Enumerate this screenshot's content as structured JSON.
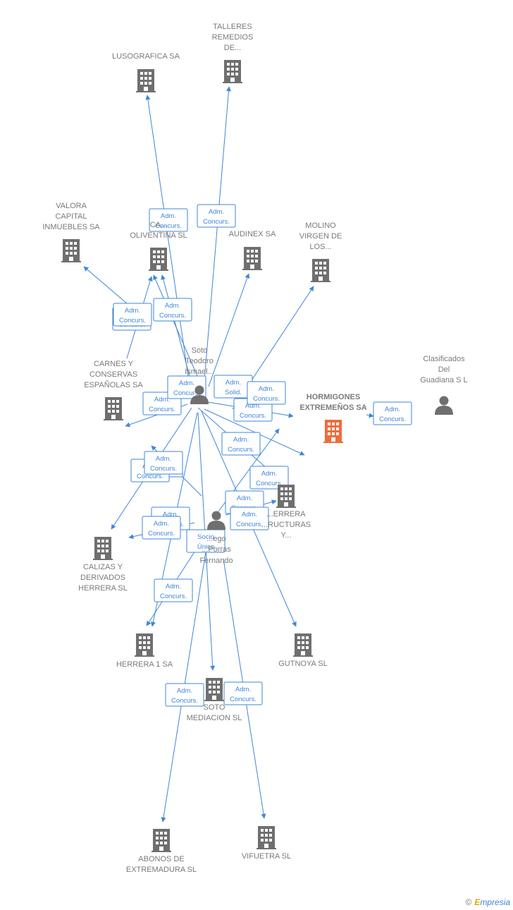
{
  "colors": {
    "edge": "#3f86d9",
    "building": "#6f6f6f",
    "focus": "#f26b3a",
    "person": "#6f6f6f",
    "text": "#7a7a7a"
  },
  "nodes": [
    {
      "id": "lusografica",
      "label": [
        "LUSOGRAFICA SA"
      ],
      "kind": "company"
    },
    {
      "id": "talleres",
      "label": [
        "TALLERES",
        "REMEDIOS",
        "DE..."
      ],
      "kind": "company"
    },
    {
      "id": "valora",
      "label": [
        "VALORA",
        "CAPITAL",
        "INMUEBLES SA"
      ],
      "kind": "company"
    },
    {
      "id": "oliventina",
      "label": [
        "CA...",
        "OLIVENTINA SL"
      ],
      "kind": "company"
    },
    {
      "id": "audinex",
      "label": [
        "AUDINEX SA"
      ],
      "kind": "company"
    },
    {
      "id": "molino",
      "label": [
        "MOLINO",
        "VIRGEN DE",
        "LOS..."
      ],
      "kind": "company"
    },
    {
      "id": "carnes",
      "label": [
        "CARNES Y",
        "CONSERVAS",
        "ESPAÑOLAS SA"
      ],
      "kind": "company"
    },
    {
      "id": "soto_teodoro",
      "label": [
        "Soto",
        "Teodoro",
        "Ismael..."
      ],
      "kind": "person"
    },
    {
      "id": "hormigones",
      "label": [
        "HORMIGONES",
        "EXTREMEÑOS SA"
      ],
      "kind": "focus"
    },
    {
      "id": "clasificados",
      "label": [
        "Clasificados",
        "Del",
        "Guadiana S L"
      ],
      "kind": "person"
    },
    {
      "id": "herrera_estructuras",
      "label": [
        "...ERRERA",
        "...RUCTURAS",
        "Y..."
      ],
      "kind": "company"
    },
    {
      "id": "diego",
      "label": [
        "...ego",
        "...Porras",
        "Fernando"
      ],
      "kind": "person"
    },
    {
      "id": "calizas",
      "label": [
        "CALIZAS Y",
        "DERIVADOS",
        "HERRERA SL"
      ],
      "kind": "company"
    },
    {
      "id": "herrera1",
      "label": [
        "HERRERA 1 SA"
      ],
      "kind": "company"
    },
    {
      "id": "gutnoya",
      "label": [
        "GUTNOYA SL"
      ],
      "kind": "company"
    },
    {
      "id": "soto_mediacion",
      "label": [
        "SOTO",
        "MEDIACION  SL"
      ],
      "kind": "company"
    },
    {
      "id": "abonos",
      "label": [
        "ABONOS DE",
        "EXTREMADURA SL"
      ],
      "kind": "company"
    },
    {
      "id": "vifuetra",
      "label": [
        "VIFUETRA SL"
      ],
      "kind": "company"
    }
  ],
  "edge_labels": [
    {
      "id": "e1",
      "lines": [
        "Adm.",
        "Concurs."
      ]
    },
    {
      "id": "e2",
      "lines": [
        "Adm.",
        "Concurs."
      ]
    },
    {
      "id": "e3",
      "lines": [
        "Adm.",
        "Concurs."
      ]
    },
    {
      "id": "e4",
      "lines": [
        "Adm.",
        "Concurs."
      ]
    },
    {
      "id": "e5",
      "lines": [
        "Adm.",
        "Concurs."
      ]
    },
    {
      "id": "e6",
      "lines": [
        "Adm.",
        "Concurs."
      ]
    },
    {
      "id": "e7",
      "lines": [
        "Adm.",
        "Concurs."
      ]
    },
    {
      "id": "e8",
      "lines": [
        "Adm.",
        "Solid."
      ]
    },
    {
      "id": "e9",
      "lines": [
        "Adm.",
        "Concurs."
      ]
    },
    {
      "id": "e10",
      "lines": [
        "Adm.",
        "Concurs."
      ]
    },
    {
      "id": "e11",
      "lines": [
        "Adm.",
        "Concurs."
      ]
    },
    {
      "id": "e12",
      "lines": [
        "Adm.",
        "Concurs."
      ]
    },
    {
      "id": "e13",
      "lines": [
        "Adm.",
        "Concurs."
      ]
    },
    {
      "id": "e14",
      "lines": [
        "Adm.",
        "Concurs."
      ]
    },
    {
      "id": "e15",
      "lines": [
        "Adm.",
        "Concurs."
      ]
    },
    {
      "id": "e16",
      "lines": [
        "Adm.",
        "Concurs."
      ]
    },
    {
      "id": "e17",
      "lines": [
        "Adm.",
        "Concurs."
      ]
    },
    {
      "id": "e18",
      "lines": [
        "Adm.",
        "Concurs."
      ]
    },
    {
      "id": "e19",
      "lines": [
        "Adm.",
        "Concurs."
      ]
    },
    {
      "id": "e20",
      "lines": [
        "Socio",
        "Único"
      ]
    },
    {
      "id": "e21",
      "lines": [
        "Adm.",
        "Concurs."
      ]
    },
    {
      "id": "e22",
      "lines": [
        "Adm.",
        "Concurs."
      ]
    },
    {
      "id": "e23",
      "lines": [
        "Adm.",
        "Concurs."
      ]
    },
    {
      "id": "e24",
      "lines": [
        "Adm.",
        "Concurs."
      ]
    }
  ],
  "brand": {
    "copyright": "©",
    "e": "E",
    "rest": "mpresia"
  }
}
